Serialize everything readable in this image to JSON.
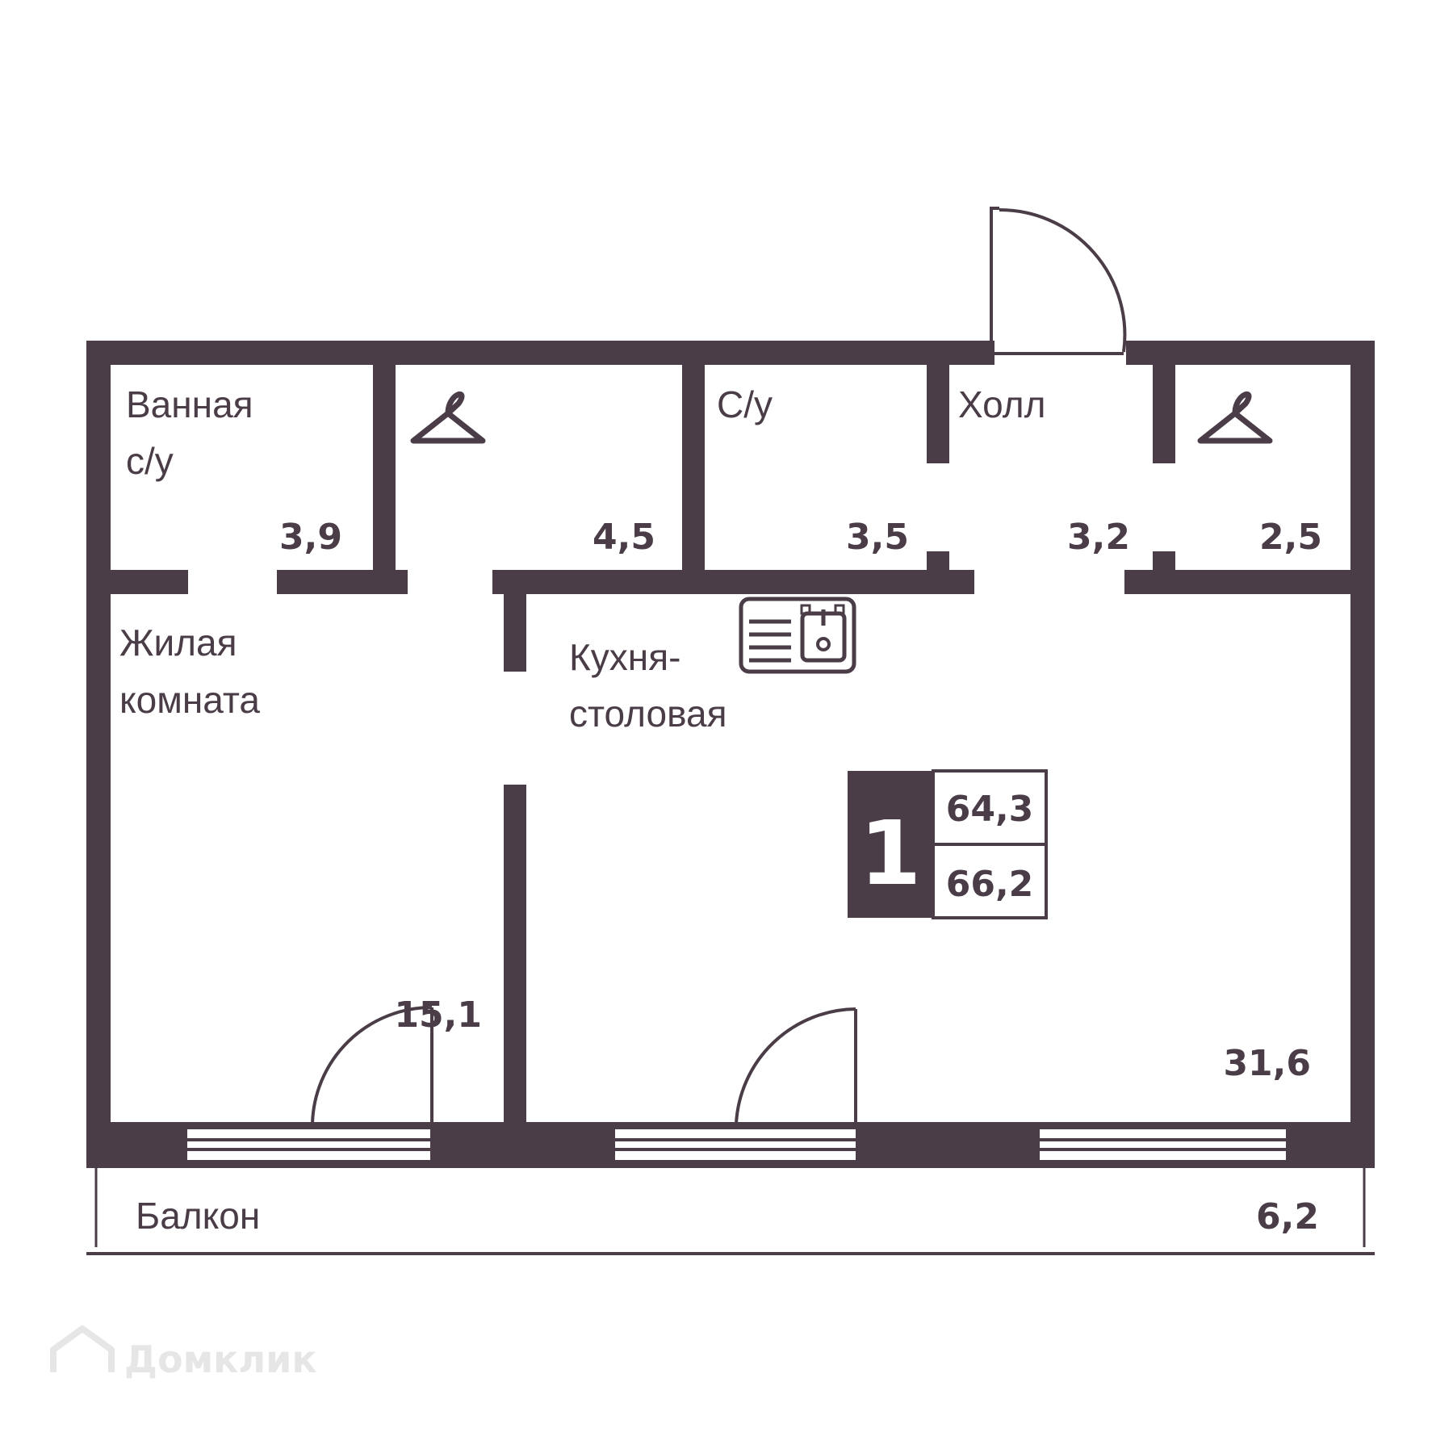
{
  "rooms": {
    "bathroom": {
      "label_1": "Ванная",
      "label_2": "с/у",
      "area": "3,9"
    },
    "wardrobe_1": {
      "icon": "hanger-icon",
      "area": "4,5"
    },
    "toilet": {
      "label": "С/у",
      "area": "3,5"
    },
    "hall": {
      "label": "Холл",
      "area": "3,2"
    },
    "wardrobe_2": {
      "icon": "hanger-icon",
      "area": "2,5"
    },
    "living_room": {
      "label_1": "Жилая",
      "label_2": "комната",
      "area": "15,1"
    },
    "kitchen": {
      "label_1": "Кухня-",
      "label_2": "столовая",
      "area": "31,6",
      "icon": "kitchen-sink-icon"
    },
    "balcony": {
      "label": "Балкон",
      "area": "6,2"
    }
  },
  "summary": {
    "room_count": "1",
    "area_1": "64,3",
    "area_2": "66,2"
  },
  "watermark": {
    "text": "Домклик",
    "icon": "house-logo-icon"
  },
  "colors": {
    "wall": "#4a3d48",
    "background": "#ffffff",
    "watermark": "#e6e6e6"
  }
}
